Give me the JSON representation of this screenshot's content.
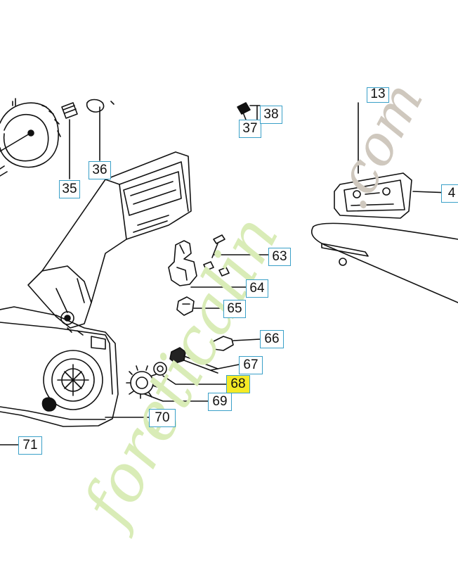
{
  "callouts": {
    "c35": "35",
    "c36": "36",
    "c37": "37",
    "c38": "38",
    "c63": "63",
    "c64": "64",
    "c65": "65",
    "c66": "66",
    "c67": "67",
    "c68": "68",
    "c69": "69",
    "c70": "70",
    "c71": "71",
    "c_top_right": "13",
    "c_right_edge": "4"
  },
  "highlight_color": "#f5ea25",
  "callout_border_color": "#3aa0c8",
  "watermark": {
    "text_main": "foreticalin",
    "text_domain": ".com",
    "color_main": "#d9ecb7",
    "color_domain": "#cfc8be",
    "color_accent": "#f2cf9a"
  }
}
